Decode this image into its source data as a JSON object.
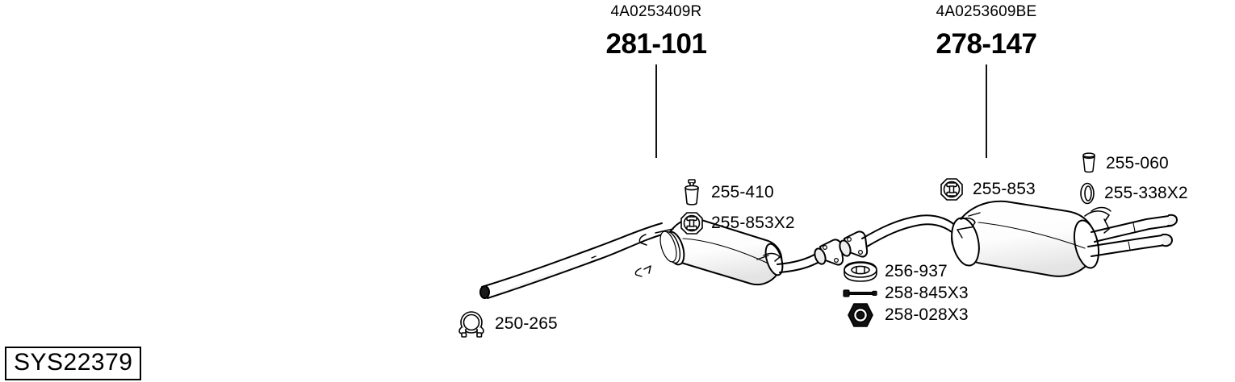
{
  "system": {
    "id_label": "SYS22379"
  },
  "assemblies": [
    {
      "oem_code": "4A0253409R",
      "part_number": "281-101"
    },
    {
      "oem_code": "4A0253609BE",
      "part_number": "278-147"
    }
  ],
  "callouts": [
    {
      "id": "rubber-hanger-255-410",
      "label": "255-410",
      "icon": "rubber-mount-icon"
    },
    {
      "id": "hanger-ring-255-853x2",
      "label": "255-853X2",
      "icon": "octagon-hanger-icon"
    },
    {
      "id": "hanger-ring-255-853",
      "label": "255-853",
      "icon": "octagon-hanger-icon"
    },
    {
      "id": "bushing-255-060",
      "label": "255-060",
      "icon": "bushing-icon"
    },
    {
      "id": "ring-255-338x2",
      "label": "255-338X2",
      "icon": "oval-ring-icon"
    },
    {
      "id": "gasket-256-937",
      "label": "256-937",
      "icon": "gasket-ring-icon"
    },
    {
      "id": "bolt-258-845x3",
      "label": "258-845X3",
      "icon": "bolt-icon"
    },
    {
      "id": "nut-258-028x3",
      "label": "258-028X3",
      "icon": "hex-nut-icon"
    },
    {
      "id": "clamp-250-265",
      "label": "250-265",
      "icon": "u-clamp-icon"
    }
  ],
  "colors": {
    "line": "#000000",
    "background": "#ffffff",
    "fill_light": "#fbfbfb"
  }
}
